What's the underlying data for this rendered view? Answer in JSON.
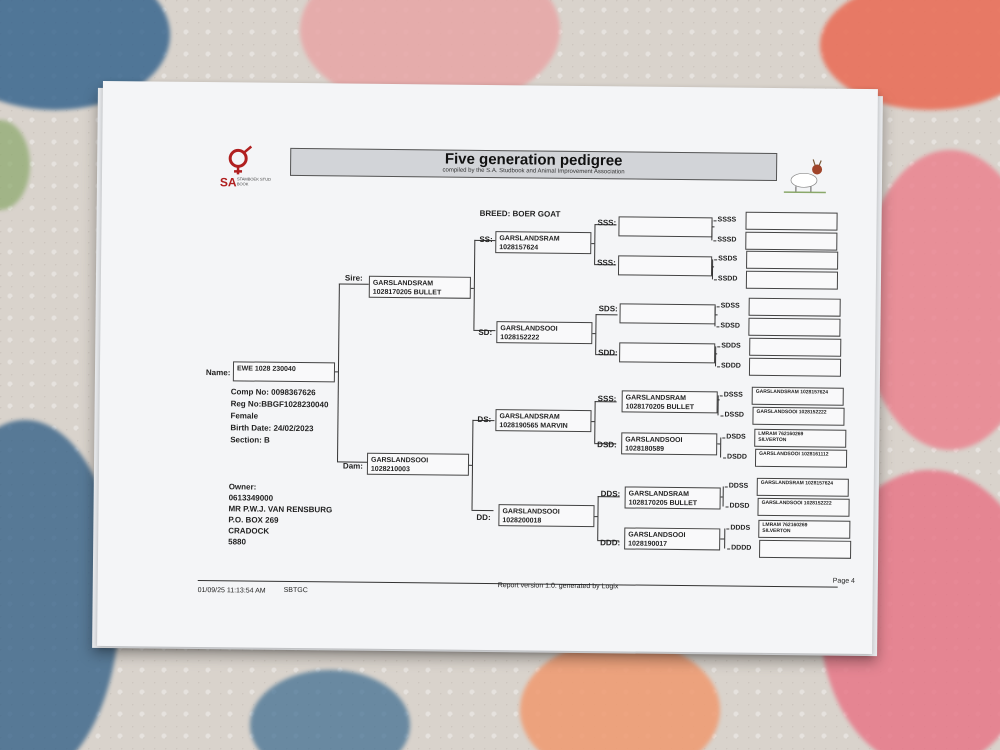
{
  "header": {
    "title": "Five generation pedigree",
    "subtitle": "compiled by the S.A. Studbook and Animal Improvement Association",
    "logo_text": "SA",
    "logo_sub": "STAMBOEK STUD BOOK",
    "breed": "BREED: BOER GOAT"
  },
  "animal": {
    "name_label": "Name:",
    "name": "EWE 1028 230040",
    "comp_no": "Comp No: 0098367626",
    "reg_no": "Reg No:BBGF1028230040",
    "sex": "Female",
    "birth_date": "Birth Date: 24/02/2023",
    "section": "Section: B"
  },
  "owner": {
    "label": "Owner:",
    "lines": [
      "0613349000",
      "MR P.W.J. VAN RENSBURG",
      "P.O. BOX 269",
      "CRADOCK",
      "5880"
    ]
  },
  "gen1": {
    "sire_label": "Sire:",
    "sire": [
      "GARSLANDSRAM",
      "1028170205 BULLET"
    ],
    "dam_label": "Dam:",
    "dam": [
      "GARSLANDSOOI",
      "1028210003"
    ]
  },
  "gen2": {
    "ss_label": "SS:",
    "ss": [
      "GARSLANDSRAM",
      "1028157624"
    ],
    "sd_label": "SD:",
    "sd": [
      "GARSLANDSOOI",
      "1028152222"
    ],
    "ds_label": "DS:",
    "ds": [
      "GARSLANDSRAM",
      "1028190565 MARVIN"
    ],
    "dd_label": "DD:",
    "dd": [
      "GARSLANDSOOI",
      "1028200018"
    ]
  },
  "gen3": {
    "sss_label": "SSS:",
    "sss": [
      "",
      ""
    ],
    "ssd_label": "SSS:",
    "ssd": [
      "",
      ""
    ],
    "sds_label": "SDS:",
    "sds": [
      "",
      ""
    ],
    "sdd_label": "SDD:",
    "sdd": [
      "",
      ""
    ],
    "dss_label": "SSS:",
    "dss": [
      "GARSLANDSRAM",
      "1028170205 BULLET"
    ],
    "dsd_label": "DSD:",
    "dsd": [
      "GARSLANDSOOI",
      "1028180589"
    ],
    "dds_label": "DDS:",
    "dds": [
      "GARSLANDSRAM",
      "1028170205 BULLET"
    ],
    "ddd_label": "DDD:",
    "ddd": [
      "GARSLANDSOOI",
      "1028190017"
    ]
  },
  "gen4": {
    "labels": [
      "SSSS",
      "SSSD",
      "SSDS",
      "SSDD",
      "SDSS",
      "SDSD",
      "SDDS",
      "SDDD",
      "DSSS",
      "DSSD",
      "DSDS",
      "DSDD",
      "DDSS",
      "DDSD",
      "DDDS",
      "DDDD"
    ],
    "values": [
      [
        "",
        ""
      ],
      [
        "",
        ""
      ],
      [
        "",
        ""
      ],
      [
        "",
        ""
      ],
      [
        "",
        ""
      ],
      [
        "",
        ""
      ],
      [
        "",
        ""
      ],
      [
        "",
        ""
      ],
      [
        "GARSLANDSRAM 1028157624",
        ""
      ],
      [
        "GARSLANDSOOI 1028152222",
        ""
      ],
      [
        "LMRAM 762160269",
        "SILVERTON"
      ],
      [
        "GARSLANDSOOI 1028161112",
        ""
      ],
      [
        "GARSLANDSRAM 1028157624",
        ""
      ],
      [
        "GARSLANDSOOI 1028152222",
        ""
      ],
      [
        "LMRAM 762160269",
        "SILVERTON"
      ],
      [
        "",
        ""
      ]
    ]
  },
  "footer": {
    "timestamp": "01/09/25 11:13:54 AM",
    "code": "SBTGC",
    "report": "Report version 1.0. generated by Logix",
    "page": "Page 4"
  }
}
